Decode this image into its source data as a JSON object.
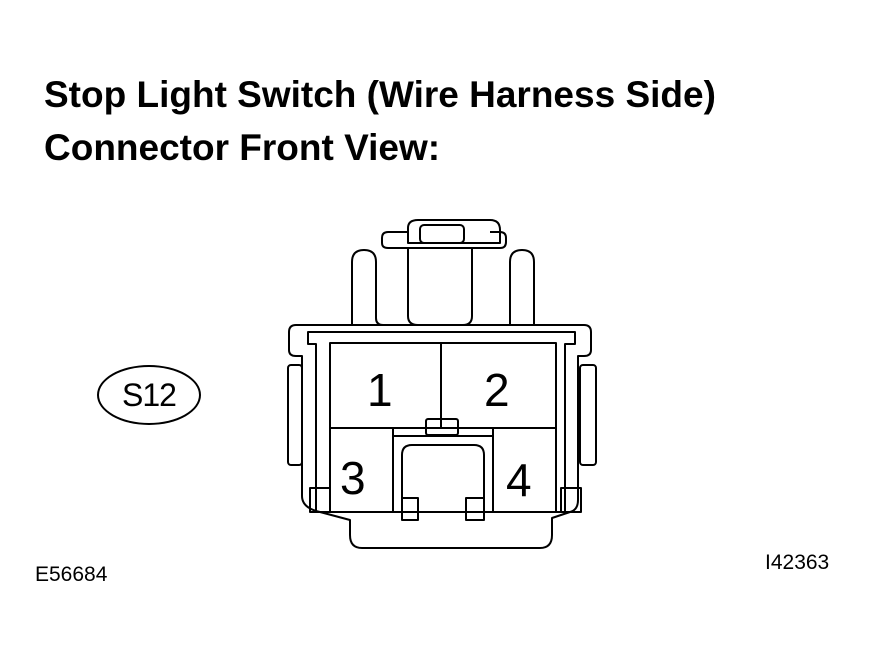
{
  "title": {
    "line1": "Stop Light Switch (Wire Harness Side)",
    "line2": "Connector Front View:"
  },
  "connector_id": "S12",
  "terminals": [
    {
      "number": "1"
    },
    {
      "number": "2"
    },
    {
      "number": "3"
    },
    {
      "number": "4"
    }
  ],
  "codes": {
    "left": "E56684",
    "right": "I42363"
  }
}
